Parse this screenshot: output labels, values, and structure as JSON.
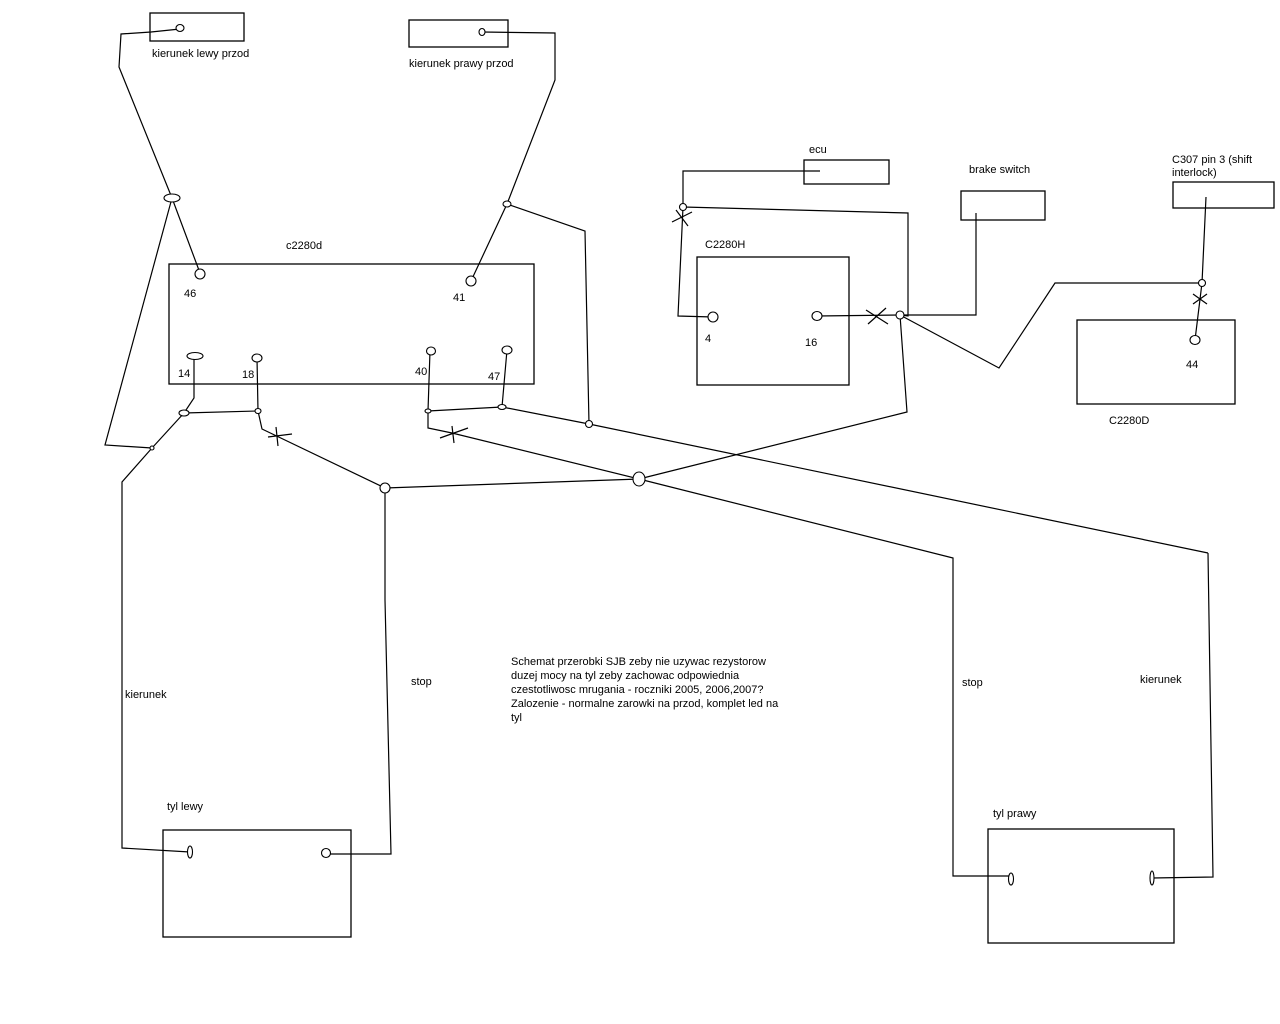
{
  "components": {
    "front_left_indicator": "kierunek lewy przod",
    "front_right_indicator": "kierunek prawy przod",
    "sjb_connector_main": "c2280d",
    "sjb_connector_h": "C2280H",
    "sjb_connector_d": "C2280D",
    "ecu": "ecu",
    "brake_switch": "brake switch",
    "shift_interlock": "C307 pin 3 (shift interlock)",
    "rear_left": "tyl lewy",
    "rear_right": "tyl prawy"
  },
  "pins": {
    "c2280d": [
      "46",
      "41",
      "14",
      "18",
      "40",
      "47"
    ],
    "c2280h": [
      "4",
      "16"
    ],
    "c2280D_upper": [
      "44"
    ]
  },
  "wire_labels": {
    "left_turn": "kierunek",
    "left_stop": "stop",
    "right_stop": "stop",
    "right_turn": "kierunek"
  },
  "note": {
    "lines": [
      "Schemat przerobki SJB zeby nie uzywac rezystorow",
      "duzej mocy na tyl zeby zachowac odpowiednia",
      "czestotliwosc mrugania - roczniki 2005, 2006,2007?",
      "Zalozenie - normalne zarowki na przod, komplet led na",
      "tyl"
    ]
  }
}
